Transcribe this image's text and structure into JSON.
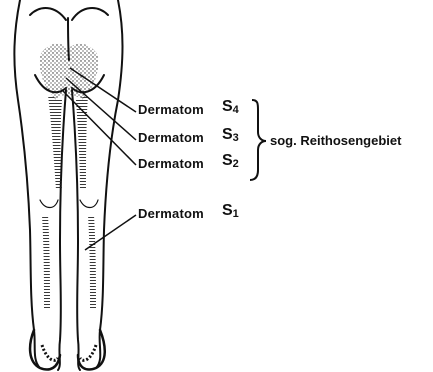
{
  "labels": [
    {
      "id": "s4",
      "word": "Dermatom",
      "seg": "S",
      "num": "4"
    },
    {
      "id": "s3",
      "word": "Dermatom",
      "seg": "S",
      "num": "3"
    },
    {
      "id": "s2",
      "word": "Dermatom",
      "seg": "S",
      "num": "2"
    },
    {
      "id": "s1",
      "word": "Dermatom",
      "seg": "S",
      "num": "1"
    }
  ],
  "group_label": "sog. Reithosengebiet"
}
